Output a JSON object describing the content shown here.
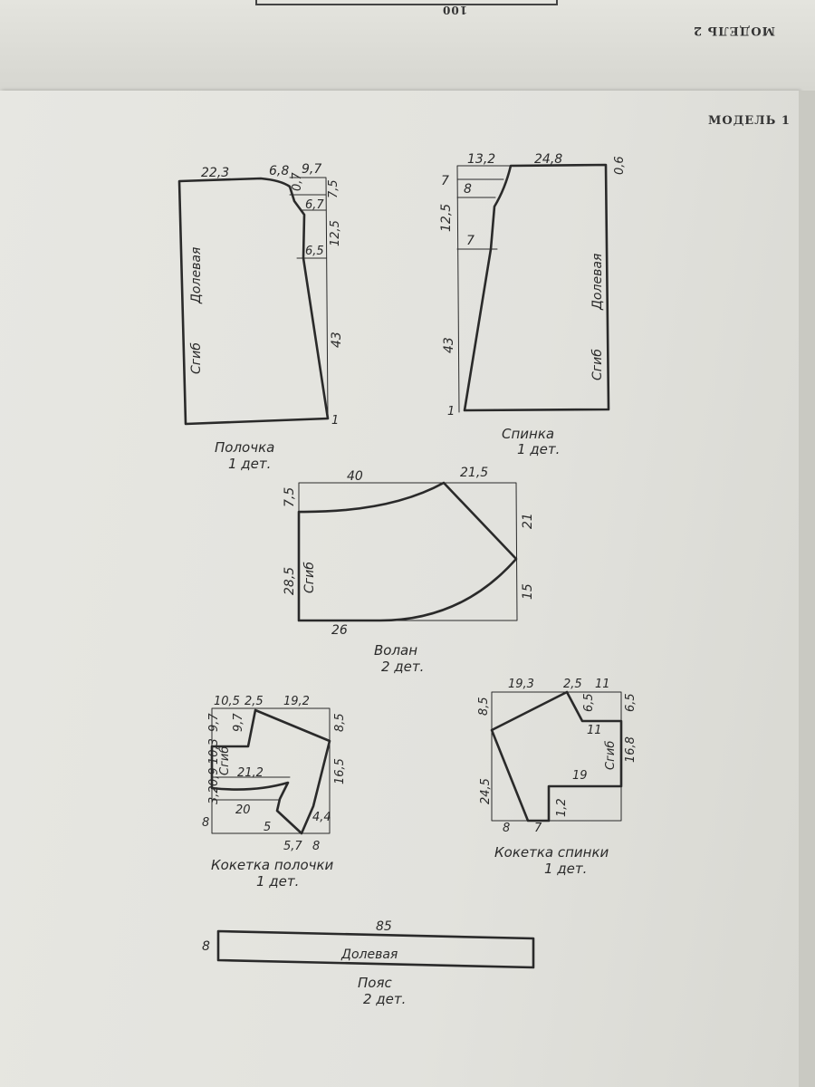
{
  "header": {
    "prev_model_label": "МОДЕЛЬ 2",
    "prev_number": "100",
    "model_label": "МОДЕЛЬ 1"
  },
  "polochka": {
    "name": "Полочка",
    "count": "1 дет.",
    "grain": "Долевая",
    "fold": "Сгиб",
    "dims": [
      "22,3",
      "6,8",
      "9,7",
      "0,7",
      "7,5",
      "6,7",
      "12,5",
      "6,5",
      "43",
      "1"
    ]
  },
  "spinka": {
    "name": "Спинка",
    "count": "1 дет.",
    "grain": "Долевая",
    "fold": "Сгиб",
    "dims": [
      "13,2",
      "24,8",
      "0,6",
      "7",
      "8",
      "12,5",
      "7",
      "43",
      "1"
    ]
  },
  "volan": {
    "name": "Волан",
    "count": "2 дет.",
    "fold": "Сгиб",
    "dims": [
      "40",
      "21,5",
      "7,5",
      "21",
      "28,5",
      "15",
      "26"
    ]
  },
  "koketka_polochki": {
    "name": "Кокетка полочки",
    "count": "1 дет.",
    "fold": "Сгиб",
    "dims": [
      "10,5",
      "2,5",
      "19,2",
      "9,7",
      "9,7",
      "8,5",
      "10,3",
      "16,5",
      "21,2",
      "0,9",
      "3,2",
      "20",
      "8",
      "4,4",
      "5",
      "5,7",
      "8"
    ]
  },
  "koketka_spinki": {
    "name": "Кокетка спинки",
    "count": "1 дет.",
    "fold": "Сгиб",
    "dims": [
      "19,3",
      "2,5",
      "11",
      "8,5",
      "6,5",
      "6,5",
      "11",
      "16,8",
      "19",
      "24,5",
      "1,2",
      "8",
      "7"
    ]
  },
  "poyas": {
    "name": "Пояс",
    "count": "2 дет.",
    "grain": "Долевая",
    "dims": [
      "85",
      "8"
    ]
  }
}
